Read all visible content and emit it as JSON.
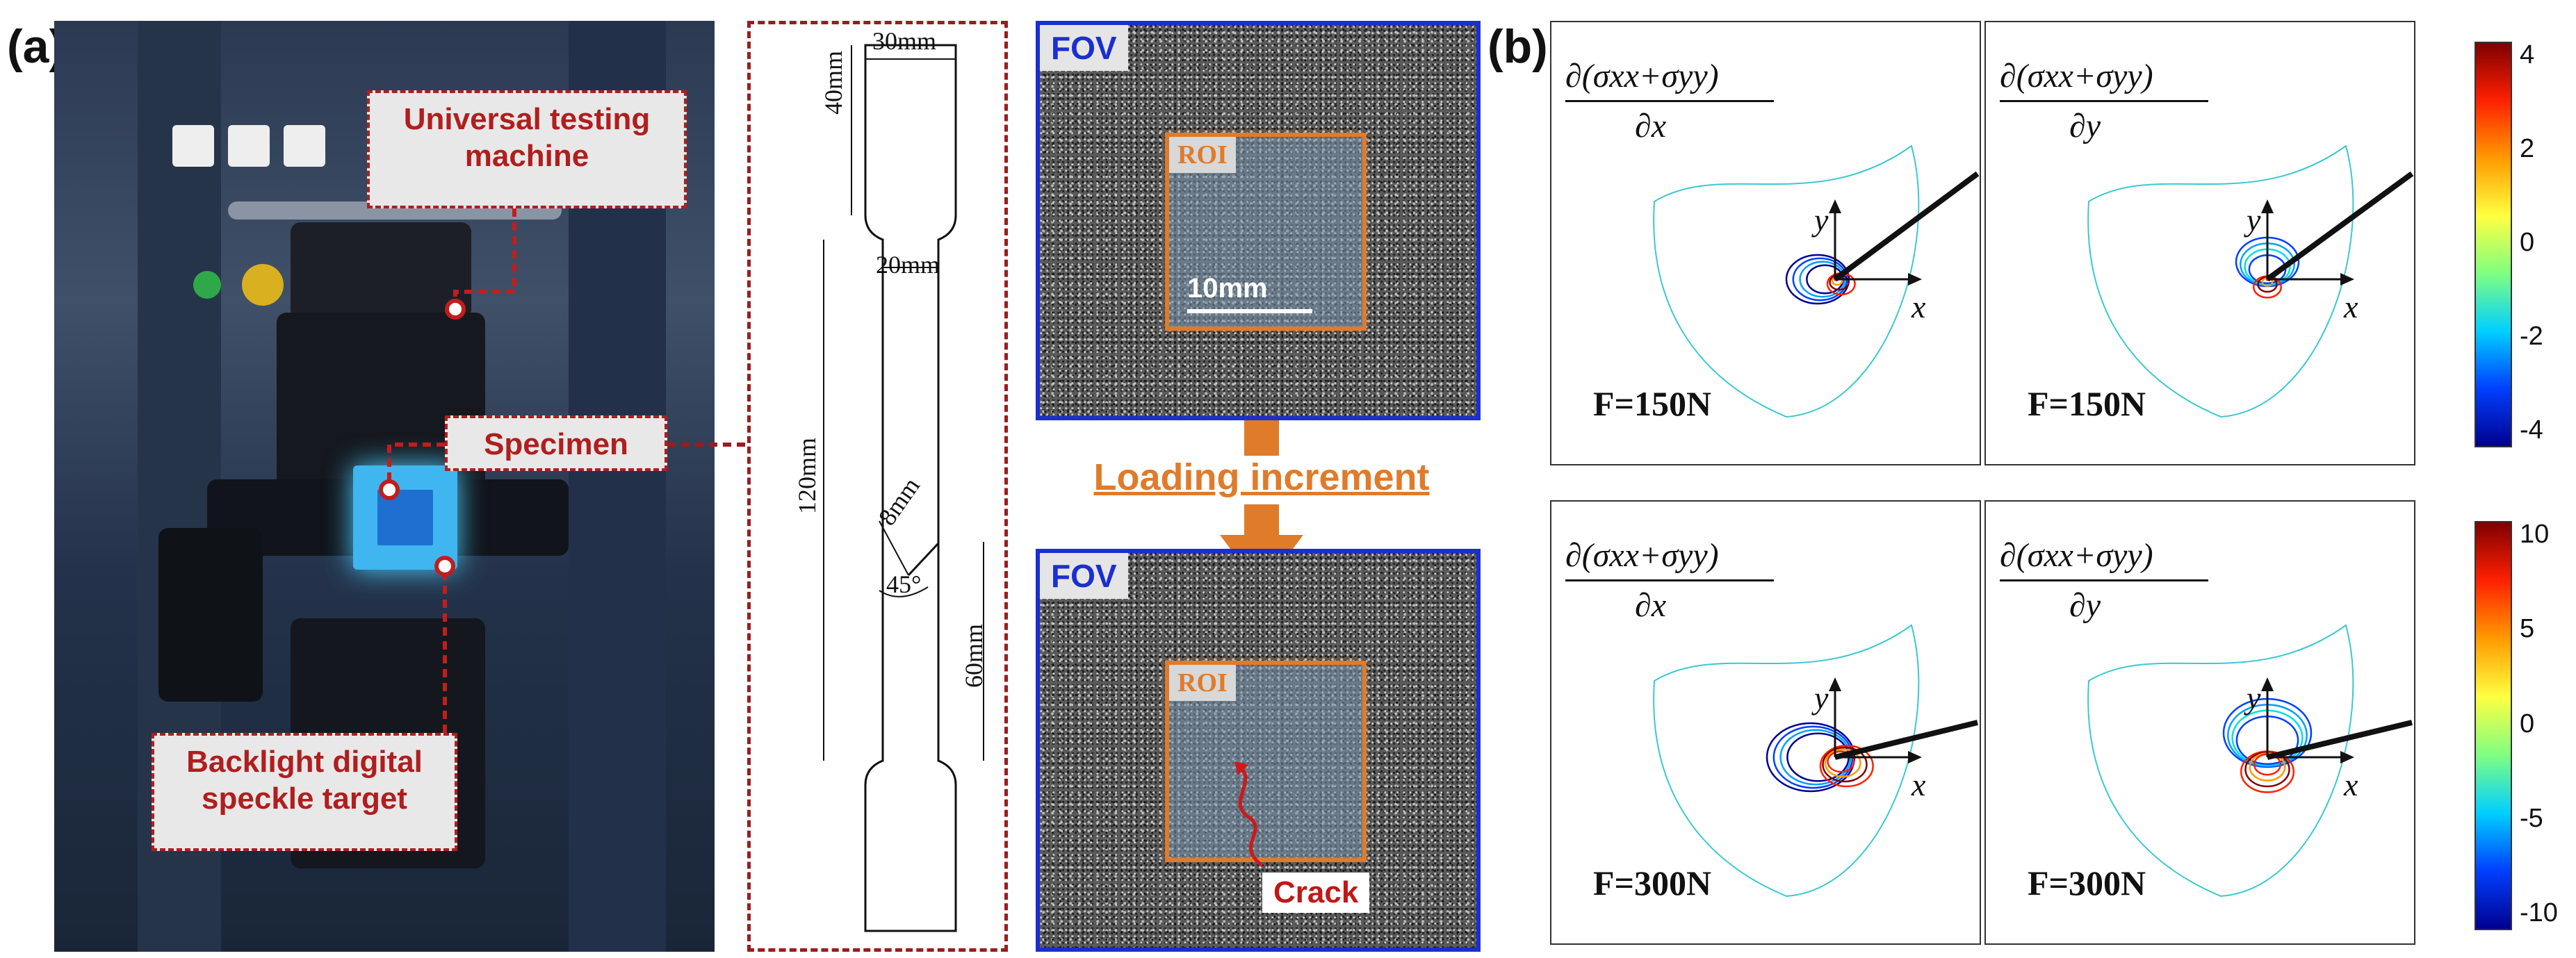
{
  "panel_a": {
    "letter": "(a)"
  },
  "panel_b": {
    "letter": "(b)"
  },
  "photo": {
    "callouts": {
      "machine": "Universal testing machine",
      "specimen": "Specimen",
      "backlight": "Backlight digital speckle target"
    }
  },
  "drawing": {
    "dim_30": "30mm",
    "dim_40": "40mm",
    "dim_20": "20mm",
    "dim_120": "120mm",
    "dim_8": "8mm",
    "dim_45": "45°",
    "dim_60": "60mm"
  },
  "fov_top": {
    "label": "FOV",
    "roi": "ROI",
    "scale": "10mm"
  },
  "loading": "Loading increment",
  "fov_bottom": {
    "label": "FOV",
    "roi": "ROI",
    "crack": "Crack"
  },
  "plots": {
    "tl": {
      "formula_num": "∂(σxx+σyy)",
      "formula_den": "∂x",
      "force": "F=150N"
    },
    "tr": {
      "formula_num": "∂(σxx+σyy)",
      "formula_den": "∂y",
      "force": "F=150N"
    },
    "bl": {
      "formula_num": "∂(σxx+σyy)",
      "formula_den": "∂x",
      "force": "F=300N"
    },
    "br": {
      "formula_num": "∂(σxx+σyy)",
      "formula_den": "∂y",
      "force": "F=300N"
    },
    "axis_x": "x",
    "axis_y": "y"
  },
  "colorbar_top": {
    "ticks": [
      "4",
      "2",
      "0",
      "-2",
      "-4"
    ]
  },
  "colorbar_bottom": {
    "ticks": [
      "10",
      "5",
      "0",
      "-5",
      "-10"
    ]
  },
  "colors": {
    "accent_red": "#b01e1e",
    "fov_blue": "#1b2fcf",
    "roi_orange": "#e07b2a"
  }
}
